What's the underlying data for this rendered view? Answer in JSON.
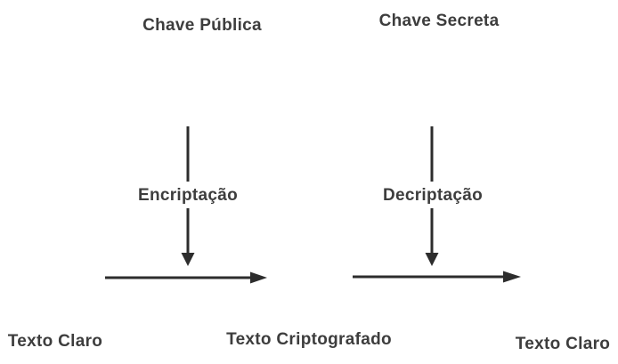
{
  "diagram": {
    "title_semantic": "public-key-cryptography-flow",
    "background_color": "#ffffff",
    "text_color": "#3d3d3d",
    "arrow_color": "#2d2d2d",
    "top_labels": {
      "public_key": "Chave Pública",
      "secret_key": "Chave Secreta"
    },
    "process_labels": {
      "encryption": "Encriptação",
      "decryption": "Decriptação"
    },
    "bottom_labels": {
      "plaintext_left": "Texto Claro",
      "ciphertext": "Texto Criptografado",
      "plaintext_right": "Texto Claro"
    },
    "arrows": [
      {
        "name": "encryption-key-arrow",
        "type": "vertical-down",
        "from": "Chave Pública",
        "label": "Encriptação"
      },
      {
        "name": "decryption-key-arrow",
        "type": "vertical-down",
        "from": "Chave Secreta",
        "label": "Decriptação"
      },
      {
        "name": "encrypt-flow-arrow",
        "type": "horizontal-right",
        "from": "Texto Claro",
        "to": "Texto Criptografado"
      },
      {
        "name": "decrypt-flow-arrow",
        "type": "horizontal-right",
        "from": "Texto Criptografado",
        "to": "Texto Claro"
      }
    ]
  }
}
